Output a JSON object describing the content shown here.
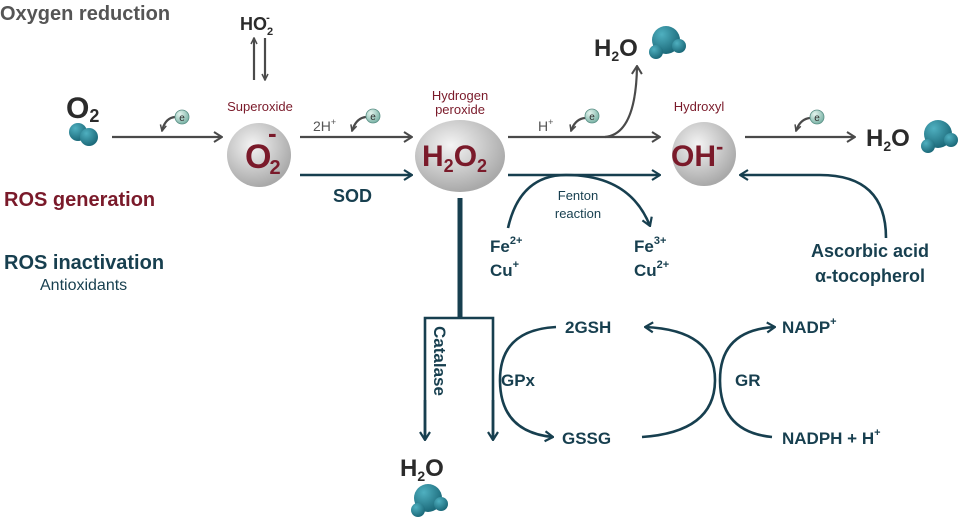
{
  "title": "Oxygen reduction",
  "legend": {
    "generation": "ROS generation",
    "inactivation": "ROS inactivation",
    "antioxidants": "Antioxidants"
  },
  "species": {
    "o2": "O",
    "o2_sub": "2",
    "ho2": "HO",
    "ho2_sub": "2",
    "ho2_sup": "-",
    "superoxide_label": "Superoxide",
    "superoxide": "O",
    "superoxide_sub": "2",
    "superoxide_sup": "-",
    "peroxide_label_1": "Hydrogen",
    "peroxide_label_2": "peroxide",
    "peroxide_h": "H",
    "peroxide_sub1": "2",
    "peroxide_o": "O",
    "peroxide_sub2": "2",
    "hydroxyl_label": "Hydroxyl",
    "hydroxyl": "OH",
    "hydroxyl_sup": "-",
    "water_h": "H",
    "water_sub": "2",
    "water_o": "O"
  },
  "labels": {
    "electron": "e",
    "two_h": "2H",
    "plus": "+",
    "h_plus": "H",
    "sod": "SOD",
    "fenton_1": "Fenton",
    "fenton_2": "reaction",
    "fe": "Fe",
    "fe2": "2+",
    "fe3": "3+",
    "cu": "Cu",
    "cu1": "+",
    "cu2": "2+",
    "ascorbic": "Ascorbic acid",
    "tocopherol": "α-tocopherol",
    "catalase": "Catalase",
    "gpx": "GPx",
    "gr": "GR",
    "gsh": "2GSH",
    "gssg": "GSSG",
    "nadp": "NADP",
    "nadp_sup": "+",
    "nadph": "NADPH + H",
    "nadph_sup": "+"
  },
  "colors": {
    "generation": "#7a1a2a",
    "inactivation": "#173f4f",
    "molecule": "#2a7f8f"
  }
}
